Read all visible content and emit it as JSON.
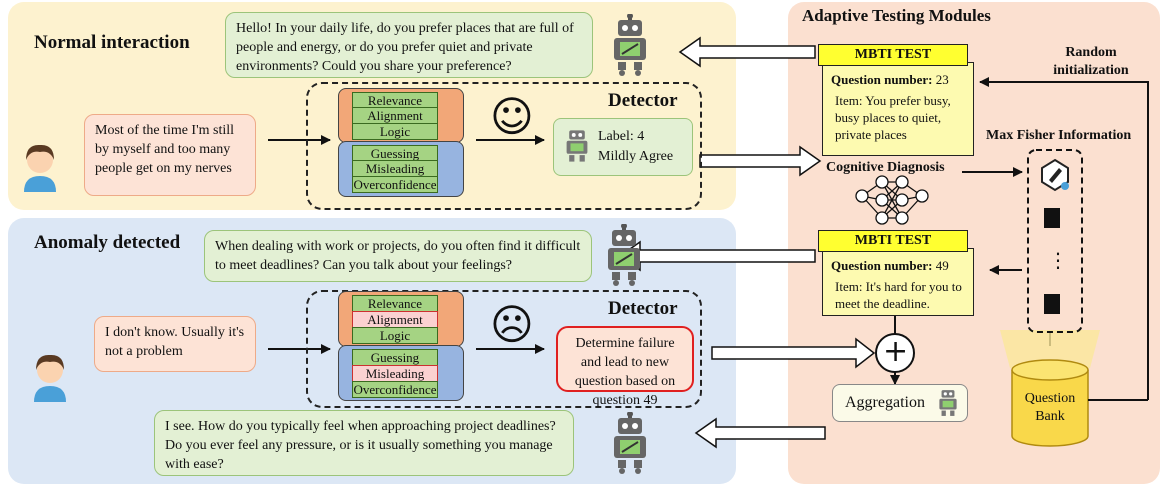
{
  "normal": {
    "title": "Normal interaction",
    "bot_question": "Hello! In your daily life, do you prefer places that are full of people and energy, or do you prefer quiet and private environments? Could you share your preference?",
    "user_answer": "Most of the time I'm still by myself and too many people get on my nerves",
    "detector_title": "Detector",
    "top_items": [
      "Relevance",
      "Alignment",
      "Logic"
    ],
    "bottom_items": [
      "Guessing",
      "Misleading",
      "Overconfidence"
    ],
    "face": "☺",
    "label_line1": "Label: 4",
    "label_line2": "Mildly Agree"
  },
  "anomaly": {
    "title": "Anomaly detected",
    "bot_question": "When dealing with work or projects, do you often find it difficult to meet deadlines? Can you talk about your feelings?",
    "user_answer": "I don't know. Usually it's not a problem",
    "detector_title": "Detector",
    "top_items": [
      "Relevance",
      "Alignment",
      "Logic"
    ],
    "bottom_items": [
      "Guessing",
      "Misleading",
      "Overconfidence"
    ],
    "flagged": [
      "Alignment",
      "Misleading"
    ],
    "face": "☹",
    "result": "Determine failure and lead to new question based on question 49",
    "followup": "I see. How do you typically feel when approaching project deadlines? Do you ever feel any pressure, or is it usually something you manage with ease?"
  },
  "modules": {
    "title": "Adaptive Testing Modules",
    "test1": {
      "tag": "MBTI TEST",
      "qn_label": "Question number:",
      "qn": "23",
      "item": "Item: You prefer busy, busy places to quiet, private places"
    },
    "test2": {
      "tag": "MBTI TEST",
      "qn_label": "Question number:",
      "qn": "49",
      "item": "Item: It's hard for you to meet the deadline."
    },
    "random_init": "Random initialization",
    "cognitive": "Cognitive Diagnosis",
    "fisher": "Max Fisher Information",
    "plus": "+",
    "aggregation": "Aggregation",
    "bank": "Question Bank",
    "dots": "⋮"
  },
  "colors": {
    "normal_bg": "#fdf2cf",
    "anomaly_bg": "#dce7f5",
    "modules_bg": "#fbe0d0",
    "bank": "#f9d84a"
  }
}
